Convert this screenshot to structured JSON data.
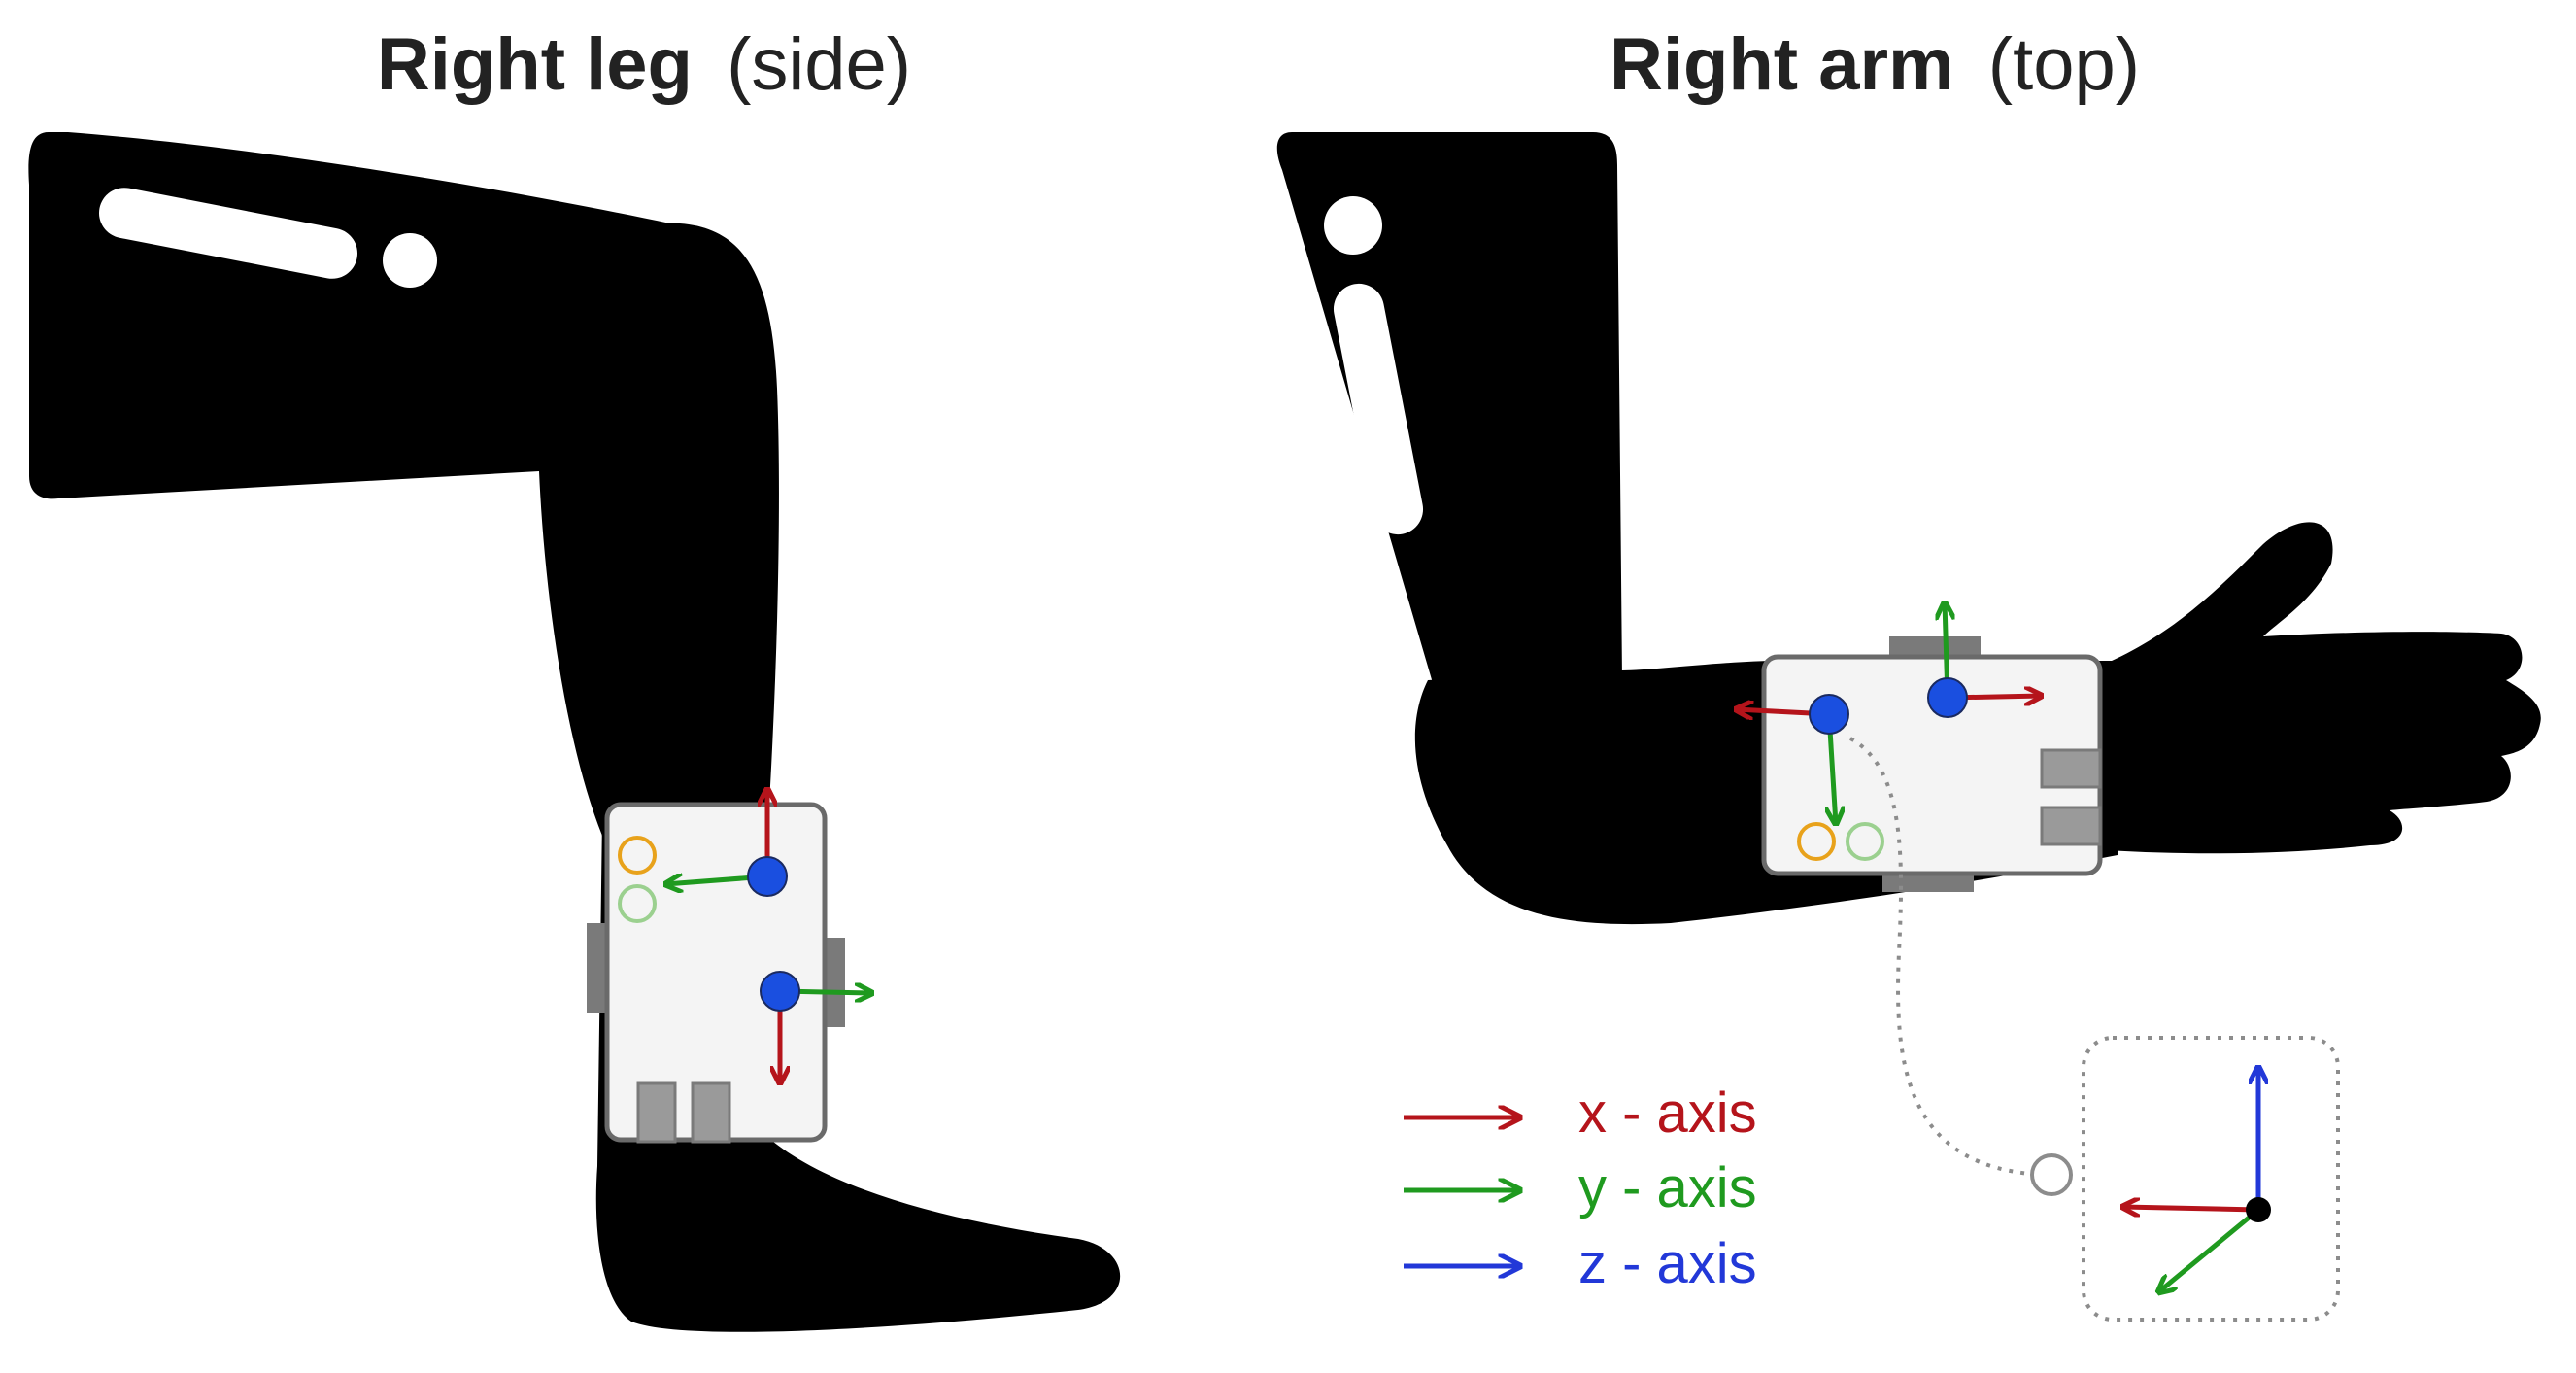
{
  "panels": {
    "leg": {
      "title_bold": "Right leg",
      "title_light": "(side)"
    },
    "arm": {
      "title_bold": "Right arm",
      "title_light": "(top)"
    }
  },
  "legend": {
    "items": [
      {
        "label": "x - axis",
        "color": "#b5141b"
      },
      {
        "label": "y - axis",
        "color": "#1f9a1f"
      },
      {
        "label": "z - axis",
        "color": "#2238d8"
      }
    ]
  },
  "colors": {
    "limb": "#000000",
    "device_body": "#f4f4f4",
    "device_border": "#6a6a6a",
    "connector": "#9a9a9a",
    "sensor_dot": "#1a4fe0",
    "led_orange": "#e8a21b",
    "led_green": "#9bd08f",
    "x_axis": "#b5141b",
    "y_axis": "#1f9a1f",
    "z_axis": "#2238d8"
  }
}
